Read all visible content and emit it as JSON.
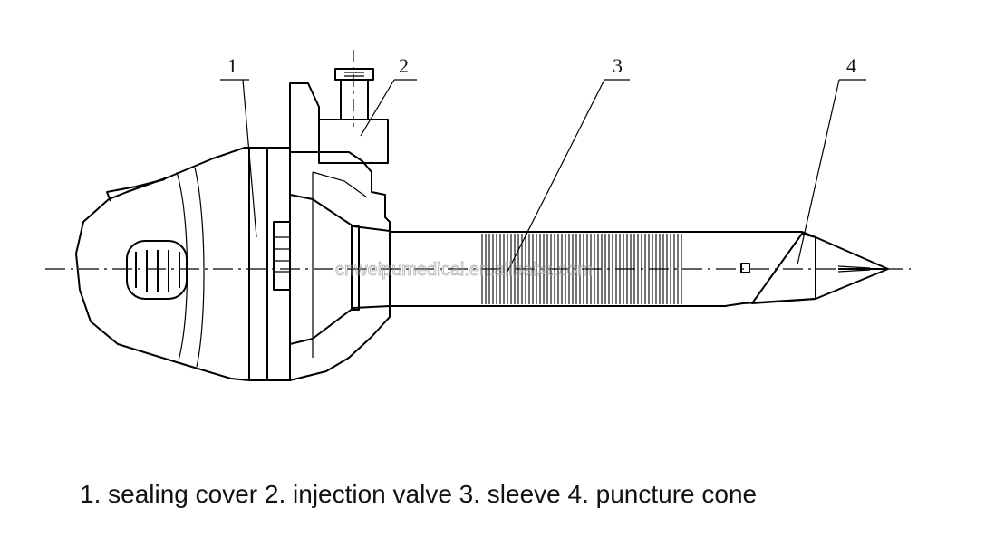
{
  "labels": {
    "l1": "1",
    "l2": "2",
    "l3": "3",
    "l4": "4"
  },
  "watermark": "cnweipumedical.en.alibaba.com",
  "caption": "1. sealing cover 2. injection valve 3. sleeve 4. puncture cone"
}
